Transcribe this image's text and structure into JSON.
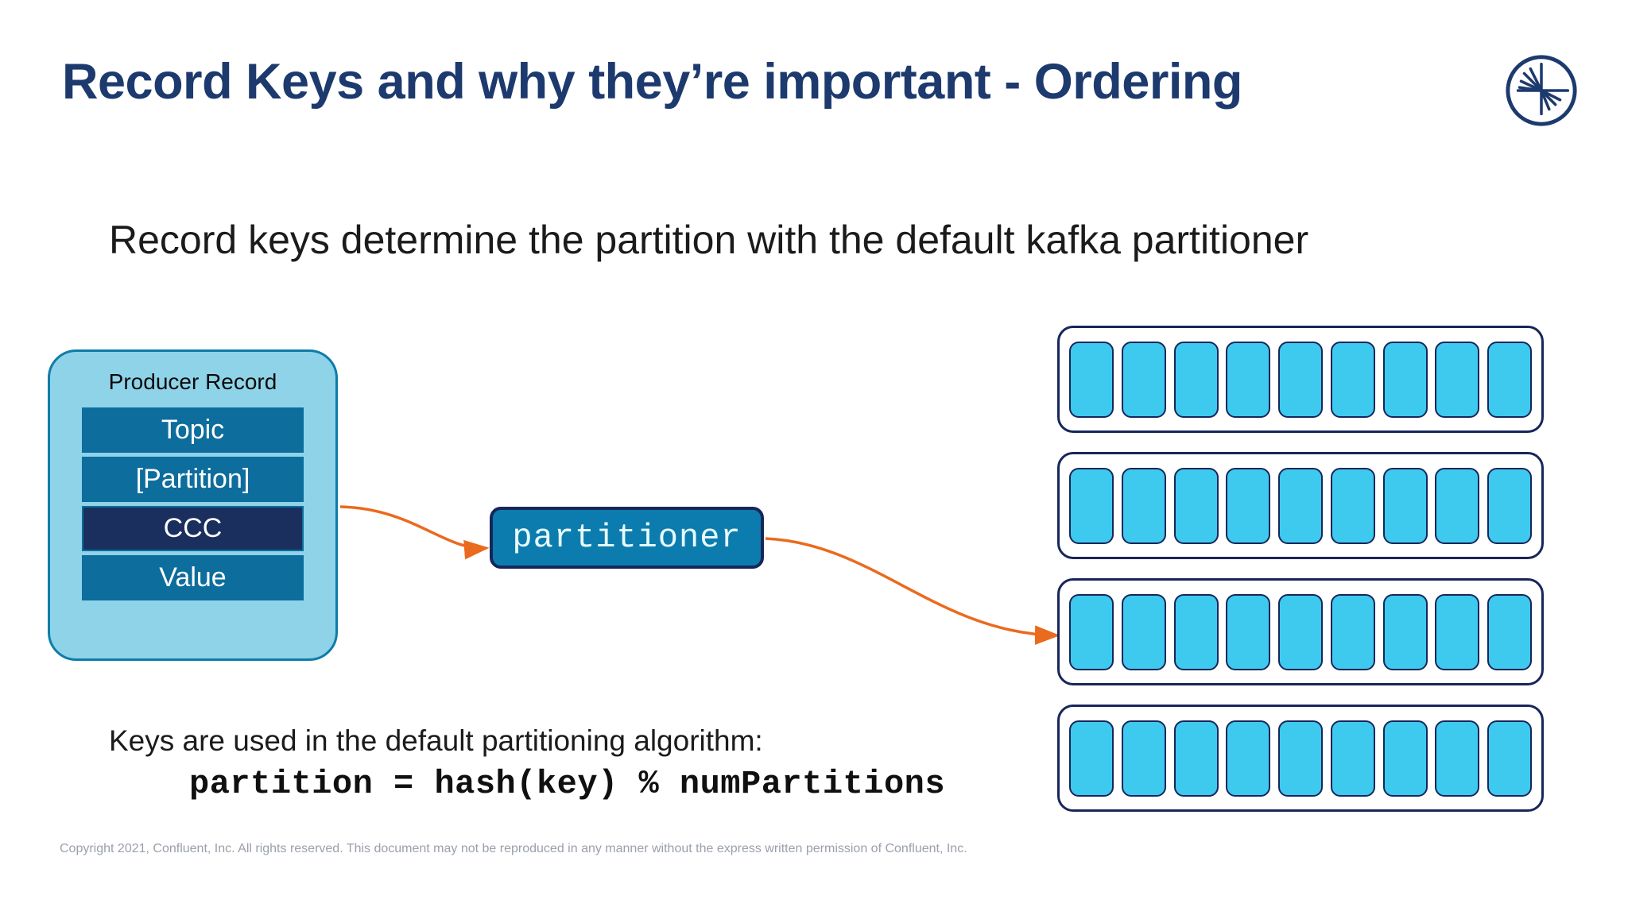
{
  "slide": {
    "title": "Record Keys and why they’re important - Ordering",
    "subtitle": "Record keys determine the partition with the default kafka partitioner",
    "algorithm_note": "Keys are used in the default partitioning algorithm:",
    "algorithm_formula": "partition = hash(key) % numPartitions",
    "copyright": "Copyright 2021, Confluent, Inc. All rights reserved. This document may not be reproduced in any manner without the express written permission of Confluent, Inc."
  },
  "logo": {
    "name": "confluent-logo"
  },
  "producer_record": {
    "title": "Producer Record",
    "fields": [
      {
        "label": "Topic",
        "highlighted": false
      },
      {
        "label": "[Partition]",
        "highlighted": false
      },
      {
        "label": "CCC",
        "highlighted": true
      },
      {
        "label": "Value",
        "highlighted": false
      }
    ]
  },
  "partitioner": {
    "label": "partitioner"
  },
  "partitions": {
    "row_count": 4,
    "cells_per_row": 9,
    "target_row_index": 2,
    "rows": [
      {
        "name": "partition-row-1"
      },
      {
        "name": "partition-row-2"
      },
      {
        "name": "partition-row-3"
      },
      {
        "name": "partition-row-4"
      }
    ]
  },
  "arrows": [
    {
      "name": "record-to-partitioner-arrow"
    },
    {
      "name": "partitioner-to-partition-arrow"
    }
  ],
  "colors": {
    "title_navy": "#1d3a6e",
    "card_fill": "#8ed3e8",
    "card_border": "#0f7ca8",
    "field_blue": "#0d6d9c",
    "key_navy": "#1a2f5e",
    "partitioner_blue": "#0c7cae",
    "outline_navy": "#17265a",
    "cell_cyan": "#3ec9ef",
    "arrow_orange": "#ea6a1e",
    "footer_gray": "#9aa0ab"
  }
}
